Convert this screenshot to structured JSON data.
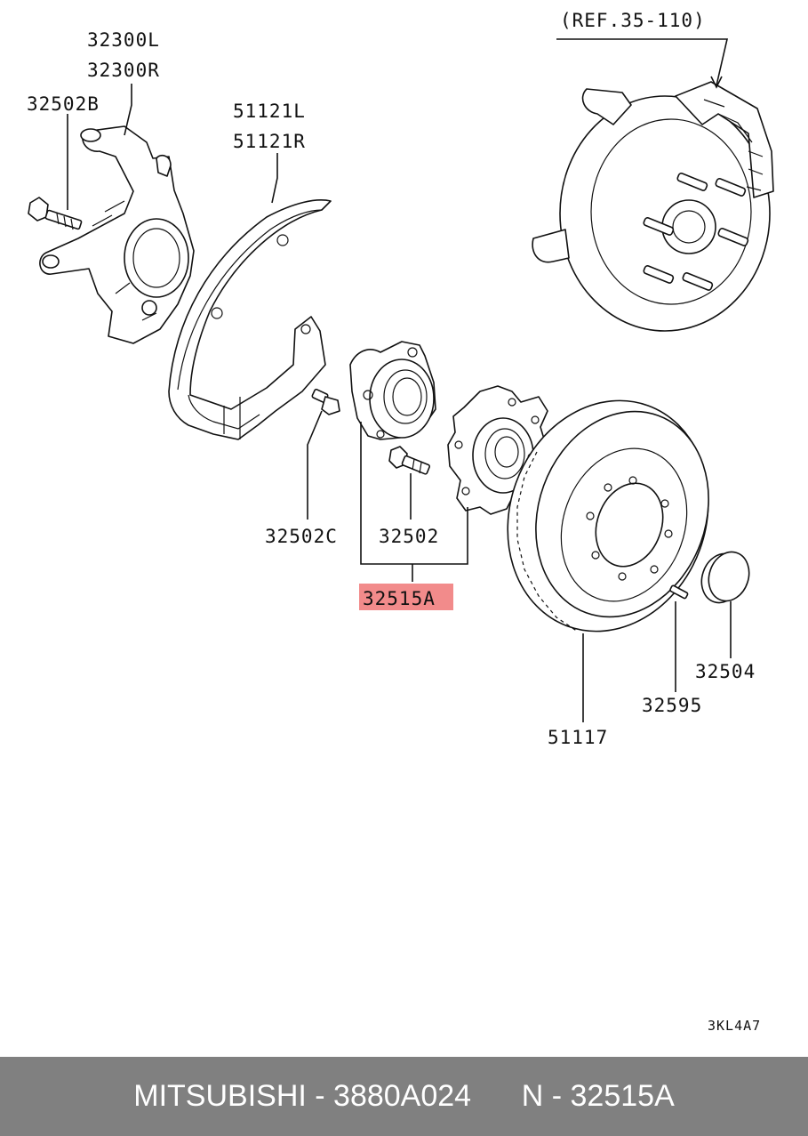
{
  "diagram": {
    "ref_label": "(REF.35-110)",
    "labels": {
      "knuckle_left": "32300L",
      "knuckle_right": "32300R",
      "knuckle_bolt": "32502B",
      "dust_shield_left": "51121L",
      "dust_shield_right": "51121R",
      "shield_bolt": "32502C",
      "hub_bolt": "32502",
      "hub_assembly": "32515A",
      "hub_cap": "32504",
      "rotor_screw": "32595",
      "brake_rotor": "51117"
    },
    "highlight_color": "#f28b8b",
    "diagram_code": "3KL4A7"
  },
  "footer": {
    "caption": "MITSUBISHI - 3880A024      N - 32515A",
    "background": "#808080"
  }
}
